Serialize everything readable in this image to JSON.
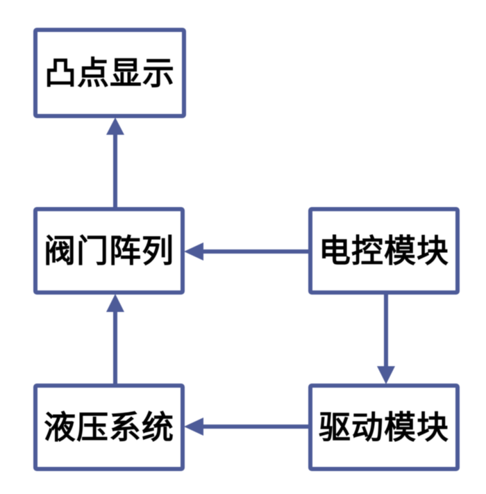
{
  "diagram": {
    "type": "flowchart",
    "nodes": [
      {
        "id": "bump-display",
        "label": "凸点显示"
      },
      {
        "id": "valve-array",
        "label": "阀门阵列"
      },
      {
        "id": "ecu-module",
        "label": "电控模块"
      },
      {
        "id": "hydraulic-system",
        "label": "液压系统"
      },
      {
        "id": "drive-module",
        "label": "驱动模块"
      }
    ],
    "edges": [
      {
        "from": "valve-array",
        "to": "bump-display",
        "direction": "up"
      },
      {
        "from": "ecu-module",
        "to": "valve-array",
        "direction": "left"
      },
      {
        "from": "ecu-module",
        "to": "drive-module",
        "direction": "down"
      },
      {
        "from": "drive-module",
        "to": "hydraulic-system",
        "direction": "left"
      },
      {
        "from": "hydraulic-system",
        "to": "valve-array",
        "direction": "up"
      }
    ],
    "colors": {
      "line": "#4d5b98",
      "text": "#000000",
      "background": "#ffffff"
    }
  }
}
